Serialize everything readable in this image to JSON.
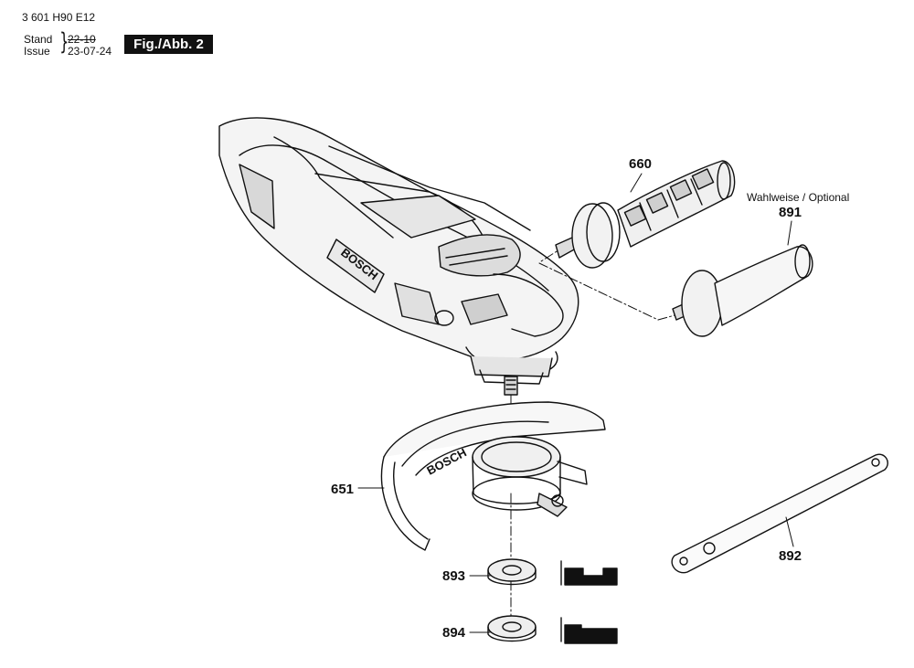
{
  "header": {
    "doc_number": "3 601 H90 E12",
    "stand_label": "Stand",
    "issue_label": "Issue",
    "stand_value": "22-10",
    "issue_value": "23-07-24",
    "figure_label": "Fig./Abb. 2"
  },
  "tool": {
    "brand_text": "BOSCH",
    "guard_brand_text": "BOSCH"
  },
  "parts": {
    "p660": "660",
    "p891": "891",
    "p891_note": "Wahlweise / Optional",
    "p651": "651",
    "p892": "892",
    "p893": "893",
    "p894": "894"
  }
}
